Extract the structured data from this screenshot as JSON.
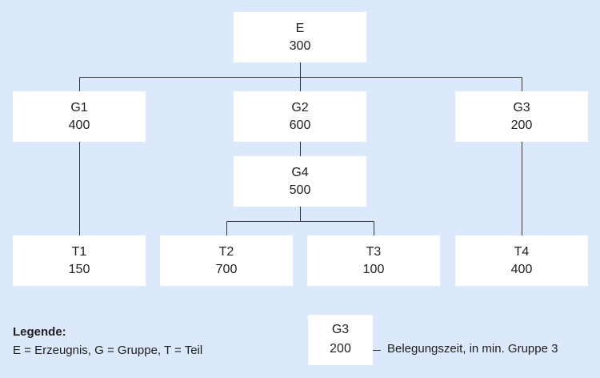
{
  "nodes": {
    "E": {
      "id": "E",
      "value": "300"
    },
    "G1": {
      "id": "G1",
      "value": "400"
    },
    "G2": {
      "id": "G2",
      "value": "600"
    },
    "G3": {
      "id": "G3",
      "value": "200"
    },
    "G4": {
      "id": "G4",
      "value": "500"
    },
    "T1": {
      "id": "T1",
      "value": "150"
    },
    "T2": {
      "id": "T2",
      "value": "700"
    },
    "T3": {
      "id": "T3",
      "value": "100"
    },
    "T4": {
      "id": "T4",
      "value": "400"
    }
  },
  "legend": {
    "title": "Legende:",
    "text": "E = Erzeugnis, G = Gruppe, T = Teil",
    "example_id": "G3",
    "example_value": "200",
    "example_note": "Belegungszeit, in min. Gruppe 3"
  }
}
